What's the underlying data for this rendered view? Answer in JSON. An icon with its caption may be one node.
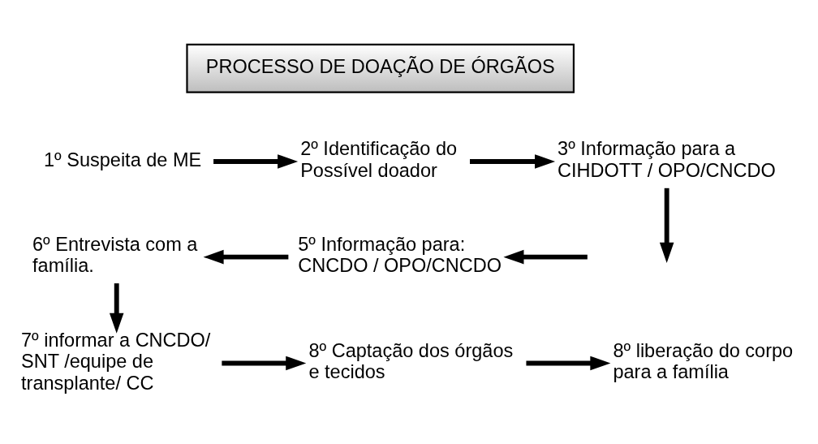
{
  "diagram": {
    "nodes": [
      {
        "text": [
          "PROCESSO DE DOAÇÃO DE ÓRGÃOS"
        ]
      },
      {
        "text": [
          "1º Suspeita de ME"
        ]
      },
      {
        "text": [
          "2º Identificação do Possível doador"
        ]
      },
      {
        "text": [
          "3º Informação para a CIHDOTT / OPO/CNCDO"
        ]
      },
      {
        "text": [
          "5º Informação para: CNCDO / OPO/CNCDO"
        ]
      },
      {
        "text": [
          "6º Entrevista com a família."
        ]
      },
      {
        "text": [
          "7º informar a CNCDO/ SNT /equipe de transplante/ CC"
        ]
      },
      {
        "text": [
          "8º Captação dos órgãos e tecidos"
        ]
      },
      {
        "text": [
          "8º liberação do corpo para a família"
        ]
      }
    ],
    "edges": [
      {
        "from": 1,
        "to": 2,
        "arrow": "to"
      },
      {
        "from": 2,
        "to": 3,
        "arrow": "to"
      },
      {
        "from": 3,
        "to": null,
        "arrow": "to"
      },
      {
        "from": null,
        "to": 4,
        "arrow": "to"
      },
      {
        "from": 4,
        "to": 5,
        "arrow": "to"
      },
      {
        "from": 5,
        "to": 6,
        "arrow": "to"
      },
      {
        "from": 6,
        "to": 7,
        "arrow": "to"
      },
      {
        "from": 7,
        "to": 8,
        "arrow": "to"
      }
    ]
  }
}
